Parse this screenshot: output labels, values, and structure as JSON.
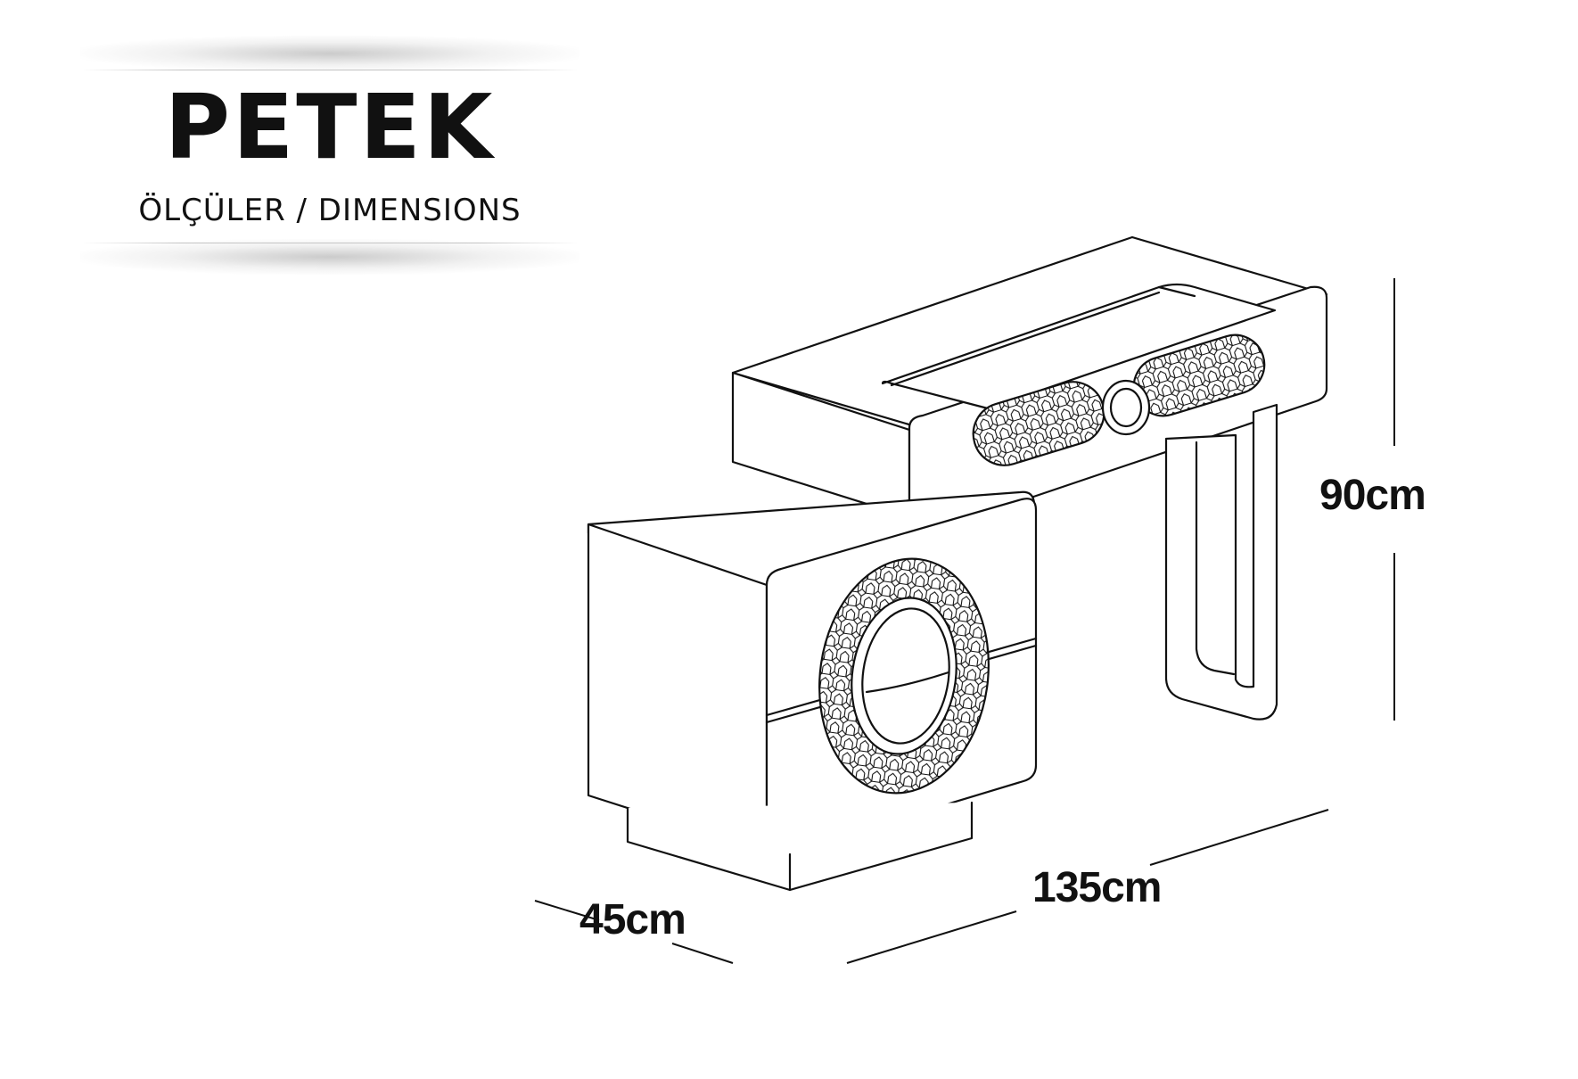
{
  "header": {
    "title": "PETEK",
    "subtitle": "ÖLÇÜLER / DIMENSIONS"
  },
  "dimensions": {
    "height": "90cm",
    "width": "135cm",
    "depth": "45cm"
  },
  "colors": {
    "ink": "#111111",
    "background": "#ffffff"
  }
}
